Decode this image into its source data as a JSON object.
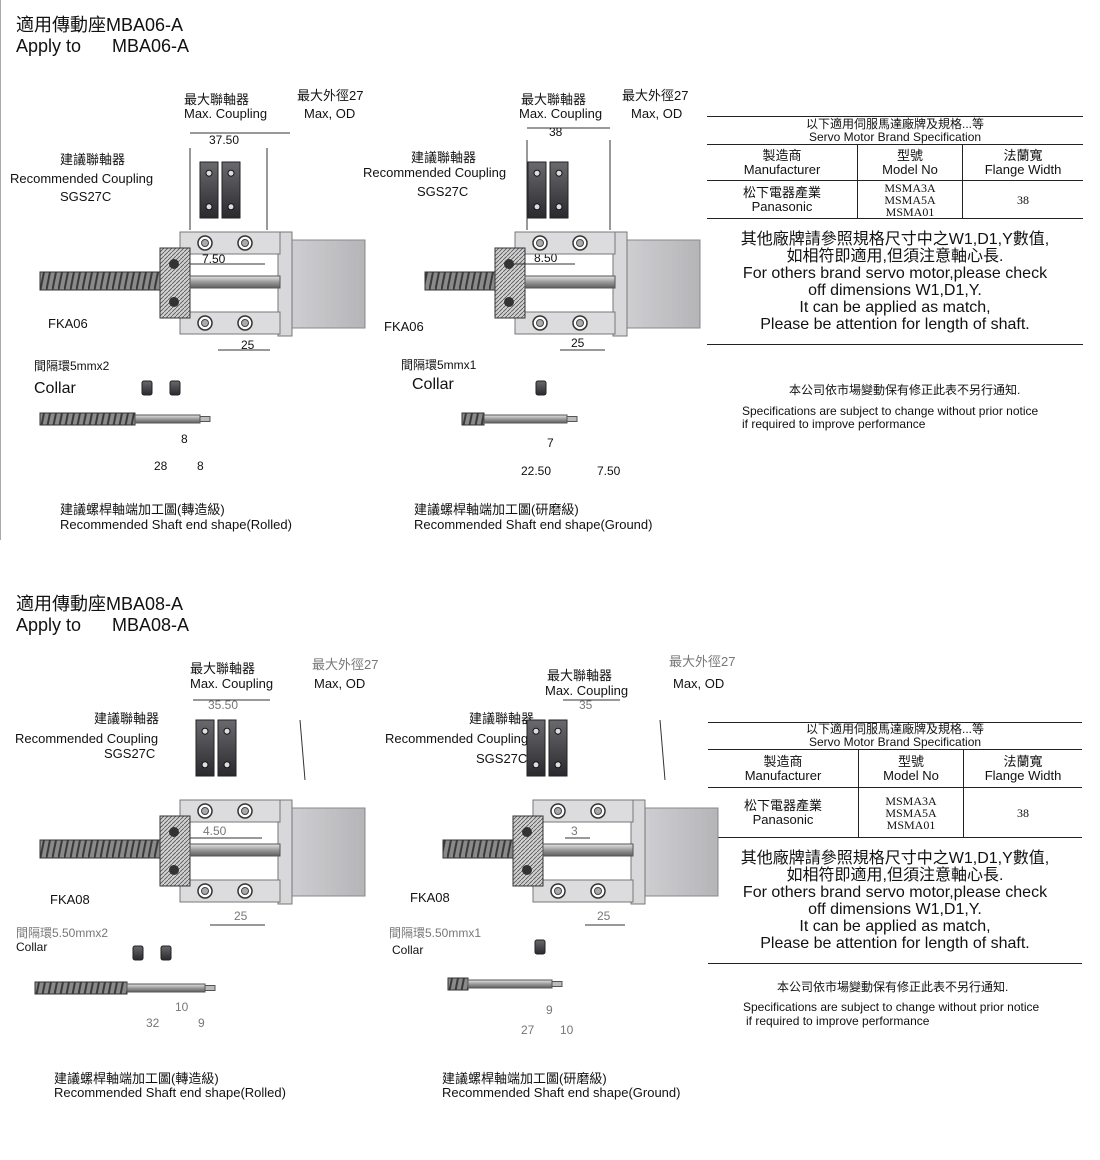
{
  "sections": [
    {
      "title_cn": "適用傳動座MBA06-A",
      "apply_label": "Apply to",
      "apply_model": "MBA06-A",
      "rolled": {
        "max_coupling_cn": "最大聯軸器",
        "max_coupling_en": "Max. Coupling",
        "max_od_cn": "最大外徑27",
        "max_od_en": "Max, OD",
        "rec_coupling_cn": "建議聯軸器",
        "rec_coupling_en": "Recommended Coupling",
        "rec_coupling_model": "SGS27C",
        "dim_coupling_len": "37.50",
        "dim_inner": "7.50",
        "dim_25": "25",
        "fixed_support": "FKA06",
        "collar_cn": "間隔環5mmx2",
        "collar_en": "Collar",
        "shaft_dims": [
          "8",
          "28",
          "8"
        ],
        "shape_cn": "建議螺桿軸端加工圖(轉造級)",
        "shape_en": "Recommended Shaft end shape(Rolled)"
      },
      "ground": {
        "max_coupling_cn": "最大聯軸器",
        "max_coupling_en": "Max. Coupling",
        "max_od_cn": "最大外徑27",
        "max_od_en": "Max, OD",
        "rec_coupling_cn": "建議聯軸器",
        "rec_coupling_en": "Recommended Coupling",
        "rec_coupling_model": "SGS27C",
        "dim_coupling_len": "38",
        "dim_inner": "8.50",
        "dim_25": "25",
        "fixed_support": "FKA06",
        "collar_cn": "間隔環5mmx1",
        "collar_en": "Collar",
        "shaft_dims": [
          "7",
          "22.50",
          "7.50"
        ],
        "shape_cn": "建議螺桿軸端加工圖(研磨級)",
        "shape_en": "Recommended Shaft end shape(Ground)"
      },
      "table": {
        "header_cn": "以下適用伺服馬達廠牌及規格...等",
        "header_en": "Servo Motor Brand Specification",
        "col1_cn": "製造商",
        "col1_en": "Manufacturer",
        "col2_cn": "型號",
        "col2_en": "Model No",
        "col3_cn": "法蘭寬",
        "col3_en": "Flange Width",
        "maker_cn": "松下電器產業",
        "maker_en": "Panasonic",
        "models": [
          "MSMA3A",
          "MSMA5A",
          "MSMA01"
        ],
        "flange": "38",
        "note_cn_1": "其他廠牌請參照規格尺寸中之W1,D1,Y數值,",
        "note_cn_2": "如相符即適用,但須注意軸心長.",
        "note_en_1": "For others brand servo motor,please check",
        "note_en_2": "off dimensions W1,D1,Y.",
        "note_en_3": "It can be applied as match,",
        "note_en_4": "Please be attention for length of shaft."
      },
      "notice_cn": "本公司依市場變動保有修正此表不另行通知.",
      "notice_en_1": "Specifications are subject to change without prior notice",
      "notice_en_2": "if required to improve performance"
    },
    {
      "title_cn": "適用傳動座MBA08-A",
      "apply_label": "Apply to",
      "apply_model": "MBA08-A",
      "rolled": {
        "max_coupling_cn": "最大聯軸器",
        "max_coupling_en": "Max. Coupling",
        "max_od_cn": "最大外徑27",
        "max_od_en": "Max, OD",
        "rec_coupling_cn": "建議聯軸器",
        "rec_coupling_en": "Recommended Coupling",
        "rec_coupling_model": "SGS27C",
        "dim_coupling_len": "35.50",
        "dim_inner": "4.50",
        "dim_25": "25",
        "fixed_support": "FKA08",
        "collar_cn": "間隔環5.50mmx2",
        "collar_en": "Collar",
        "shaft_dims": [
          "10",
          "32",
          "9"
        ],
        "shape_cn": "建議螺桿軸端加工圖(轉造級)",
        "shape_en": "Recommended Shaft end shape(Rolled)"
      },
      "ground": {
        "max_coupling_cn": "最大聯軸器",
        "max_coupling_en": "Max. Coupling",
        "max_od_cn": "最大外徑27",
        "max_od_en": "Max, OD",
        "rec_coupling_cn": "建議聯軸器",
        "rec_coupling_en": "Recommended Coupling",
        "rec_coupling_model": "SGS27C",
        "dim_coupling_len": "35",
        "dim_inner": "3",
        "dim_25": "25",
        "fixed_support": "FKA08",
        "collar_cn": "間隔環5.50mmx1",
        "collar_en": "Collar",
        "shaft_dims": [
          "9",
          "27",
          "10"
        ],
        "shape_cn": "建議螺桿軸端加工圖(研磨級)",
        "shape_en": "Recommended Shaft end shape(Ground)"
      },
      "table": {
        "header_cn": "以下適用伺服馬達廠牌及規格...等",
        "header_en": "Servo Motor Brand Specification",
        "col1_cn": "製造商",
        "col1_en": "Manufacturer",
        "col2_cn": "型號",
        "col2_en": "Model No",
        "col3_cn": "法蘭寬",
        "col3_en": "Flange Width",
        "maker_cn": "松下電器產業",
        "maker_en": "Panasonic",
        "models": [
          "MSMA3A",
          "MSMA5A",
          "MSMA01"
        ],
        "flange": "38",
        "note_cn_1": "其他廠牌請參照規格尺寸中之W1,D1,Y數值,",
        "note_cn_2": "如相符即適用,但須注意軸心長.",
        "note_en_1": "For others brand servo motor,please check",
        "note_en_2": "off dimensions W1,D1,Y.",
        "note_en_3": "It can be applied as match,",
        "note_en_4": "Please be attention for length of shaft."
      },
      "notice_cn": "本公司依市場變動保有修正此表不另行通知.",
      "notice_en_1": "Specifications are subject to change without prior notice",
      "notice_en_2": "if required to improve performance"
    }
  ]
}
